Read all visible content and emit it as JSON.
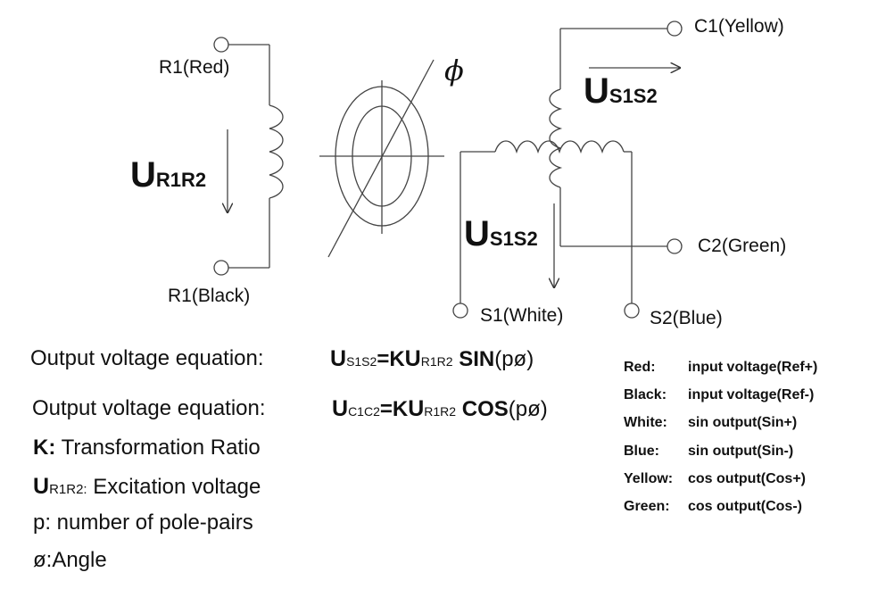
{
  "diagram": {
    "terminals": {
      "r1_red": "R1(Red)",
      "r1_black": "R1(Black)",
      "c1": "C1(Yellow)",
      "c2": "C2(Green)",
      "s1": "S1(White)",
      "s2": "S2(Blue)"
    },
    "phi_symbol": "ϕ",
    "voltage_r": {
      "main": "U",
      "sub": "R1R2"
    },
    "voltage_s_top": {
      "main": "U",
      "sub": "S1S2"
    },
    "voltage_s_mid": {
      "main": "U",
      "sub": "S1S2"
    }
  },
  "equations": [
    {
      "label": "Output voltage equation:",
      "lhs": "U",
      "lhs_sub": "S1S2",
      "eq": "=K",
      "u": "U",
      "u_sub": "R1R2",
      "fn": " SIN",
      "arg": "(pø)"
    },
    {
      "label": "Output voltage equation:",
      "lhs": "U",
      "lhs_sub": "C1C2",
      "eq": "=K",
      "u": "U",
      "u_sub": "R1R2",
      "fn": " COS",
      "arg": "(pø)"
    }
  ],
  "definitions": {
    "k_term": "K:",
    "k_text": " Transformation Ratio",
    "u_main": "U",
    "u_sub": "R1R2:",
    "u_text": " Excitation voltage",
    "p_text": "p: number of pole-pairs",
    "angle_text": "ø:Angle"
  },
  "legend": [
    {
      "color": "Red:",
      "desc": "input voltage(Ref+)"
    },
    {
      "color": "Black:",
      "desc": "input voltage(Ref-)"
    },
    {
      "color": "White:",
      "desc": "sin output(Sin+)"
    },
    {
      "color": "Blue:",
      "desc": "sin output(Sin-)"
    },
    {
      "color": "Yellow:",
      "desc": "cos output(Cos+)"
    },
    {
      "color": "Green:",
      "desc": "cos output(Cos-)"
    }
  ]
}
